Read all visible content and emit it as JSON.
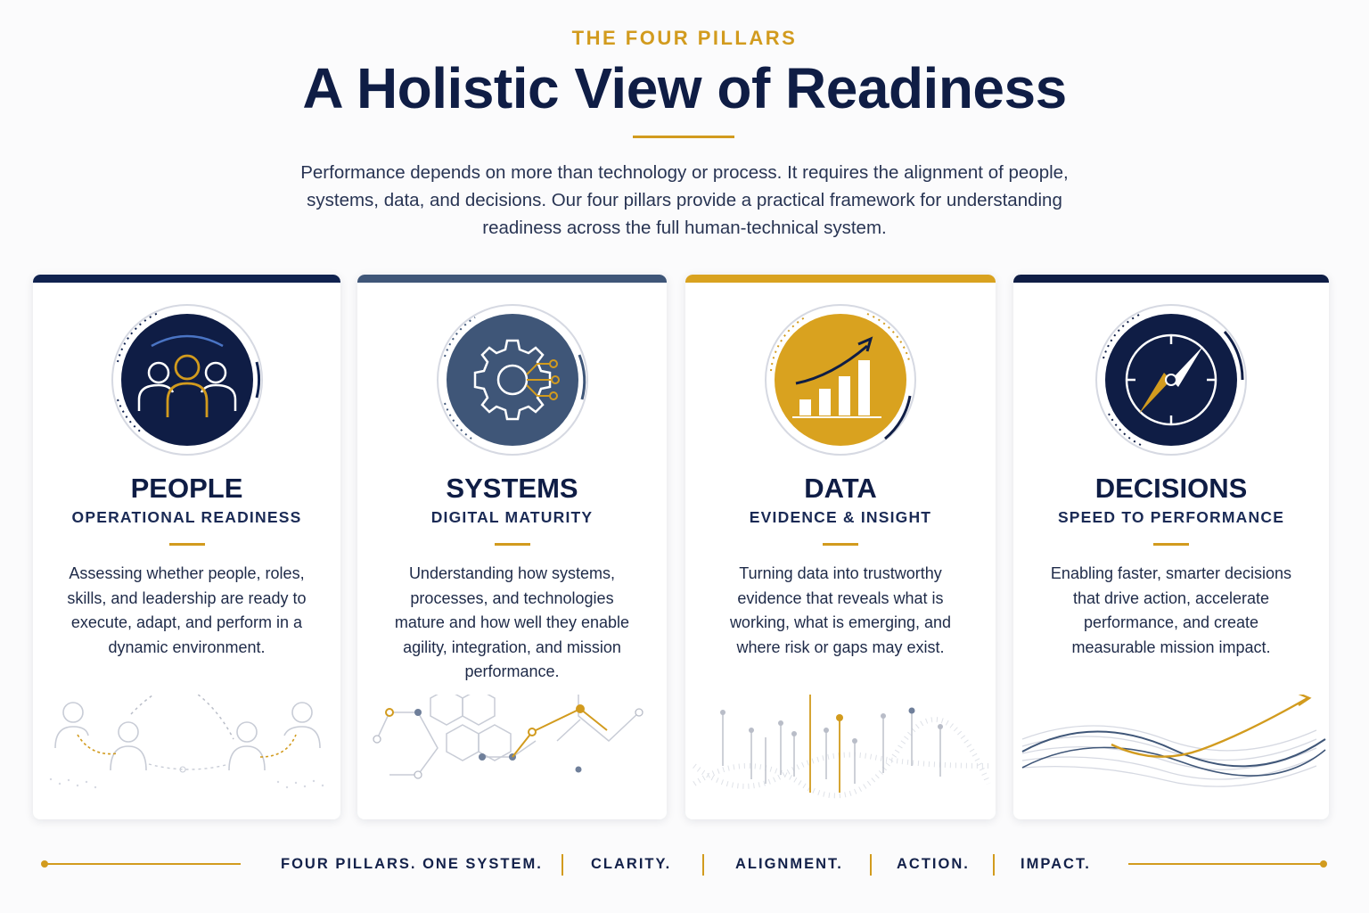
{
  "header": {
    "eyebrow": "THE FOUR PILLARS",
    "title": "A Holistic View of Readiness",
    "intro": "Performance depends on more than technology or process. It requires the alignment of people, systems, data, and decisions. Our four pillars provide a practical framework for understanding readiness across the full human-technical system."
  },
  "colors": {
    "navy": "#0f1d45",
    "slate": "#3f5678",
    "gold": "#d29b1e",
    "text": "#1e2a48"
  },
  "pillars": [
    {
      "name": "PEOPLE",
      "subtitle": "OPERATIONAL READINESS",
      "description": "Assessing whether people, roles, skills, and leadership are ready to execute, adapt, and perform in a dynamic environment.",
      "icon": "people-group-icon",
      "accent": "#10224f"
    },
    {
      "name": "SYSTEMS",
      "subtitle": "DIGITAL MATURITY",
      "description": "Understanding how systems, processes, and technologies mature and how well they enable agility, integration, and mission performance.",
      "icon": "gear-circuit-icon",
      "accent": "#3f5678"
    },
    {
      "name": "DATA",
      "subtitle": "EVIDENCE & INSIGHT",
      "description": "Turning data into trustworthy evidence that reveals what is working, what is emerging, and where risk or gaps may exist.",
      "icon": "bar-chart-trend-icon",
      "accent": "#d9a21f"
    },
    {
      "name": "DECISIONS",
      "subtitle": "SPEED TO PERFORMANCE",
      "description": "Enabling faster, smarter decisions that drive action, accelerate performance, and create measurable mission impact.",
      "icon": "compass-icon",
      "accent": "#0f1d45"
    }
  ],
  "footer": {
    "items": [
      "FOUR PILLARS. ONE SYSTEM.",
      "CLARITY.",
      "ALIGNMENT.",
      "ACTION.",
      "IMPACT."
    ]
  }
}
